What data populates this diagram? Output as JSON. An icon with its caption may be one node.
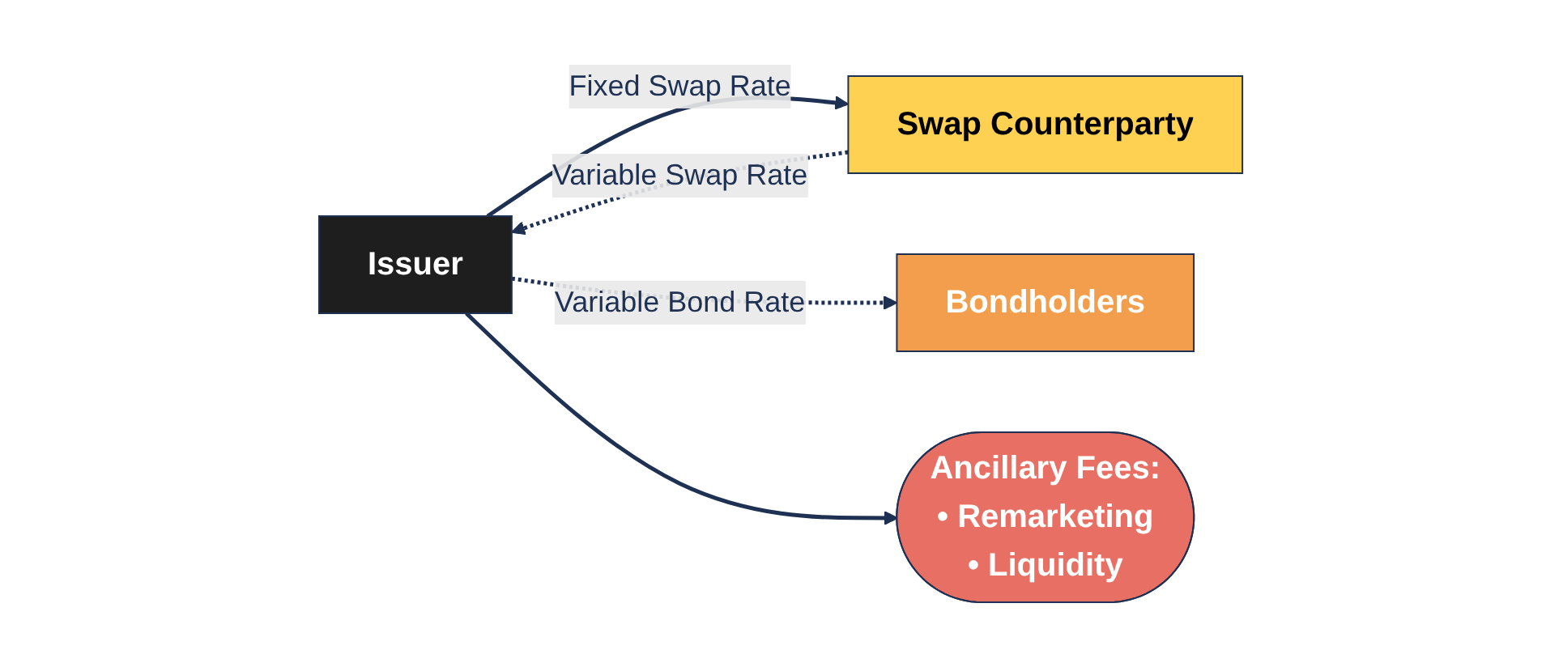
{
  "diagram": {
    "nodes": [
      {
        "text": [
          "Issuer"
        ]
      },
      {
        "text": [
          "Swap Counterparty"
        ]
      },
      {
        "text": [
          "Bondholders"
        ]
      },
      {
        "text": [
          "Ancillary Fees:",
          "• Remarketing",
          "• Liquidity"
        ]
      }
    ],
    "edges": [
      {
        "from": 0,
        "to": 1,
        "arrow": "to",
        "label": "Fixed Swap Rate"
      },
      {
        "from": 1,
        "to": 0,
        "arrow": "to",
        "label": "Variable Swap Rate",
        "style": "dashed"
      },
      {
        "from": 0,
        "to": 2,
        "arrow": "to",
        "label": "Variable Bond Rate",
        "style": "dashed"
      },
      {
        "from": 0,
        "to": 3,
        "arrow": "to"
      }
    ]
  }
}
